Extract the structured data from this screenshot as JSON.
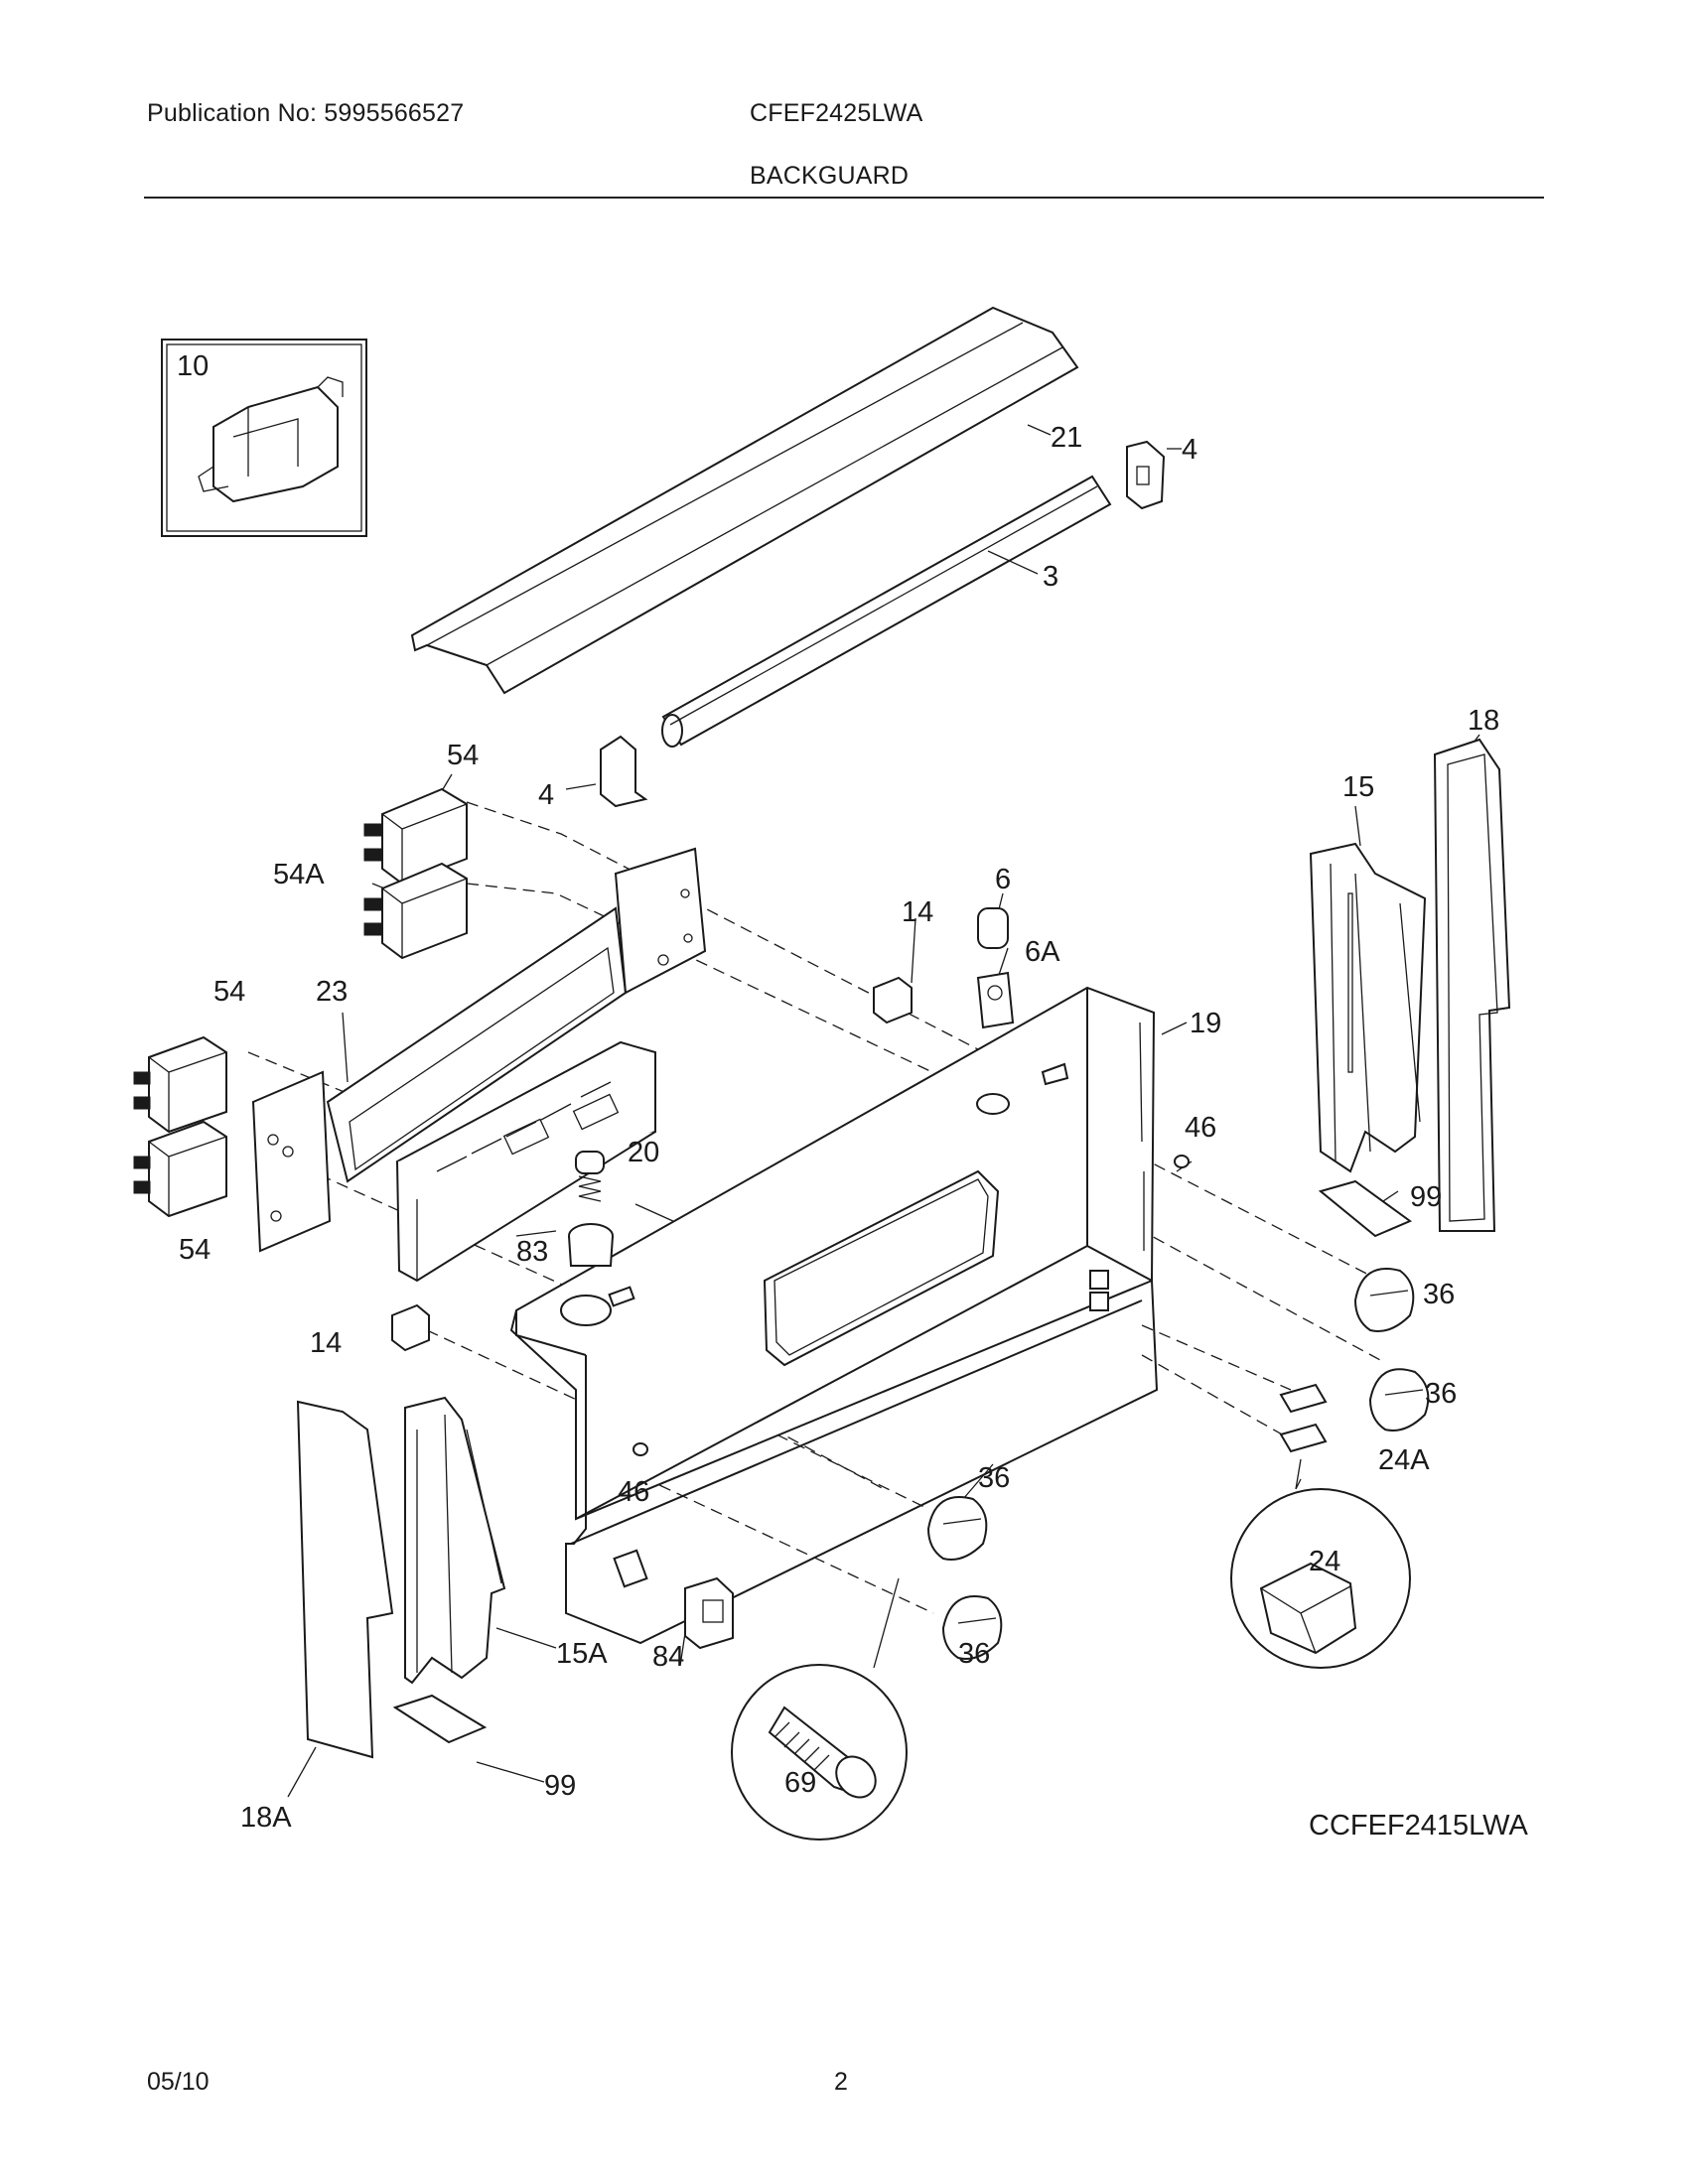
{
  "header": {
    "publication": "Publication No: 5995566527",
    "model": "CFEF2425LWA",
    "section_title": "BACKGUARD"
  },
  "footer": {
    "date": "05/10",
    "page_number": "2"
  },
  "diagram_ref": "CCFEF2415LWA",
  "part_labels": {
    "p10": "10",
    "p21": "21",
    "p4a": "4",
    "p3": "3",
    "p18": "18",
    "p15": "15",
    "p54a": "54",
    "p4b": "4",
    "p54A": "54A",
    "p6": "6",
    "p14a": "14",
    "p6A": "6A",
    "p54b": "54",
    "p23": "23",
    "p19": "19",
    "p46a": "46",
    "p20": "20",
    "p99a": "99",
    "p54c": "54",
    "p83": "83",
    "p36a": "36",
    "p14b": "14",
    "p36b": "36",
    "p24A": "24A",
    "p36c": "36",
    "p46b": "46",
    "p24": "24",
    "p15A": "15A",
    "p84": "84",
    "p36d": "36",
    "p18A": "18A",
    "p99b": "99",
    "p69": "69"
  }
}
